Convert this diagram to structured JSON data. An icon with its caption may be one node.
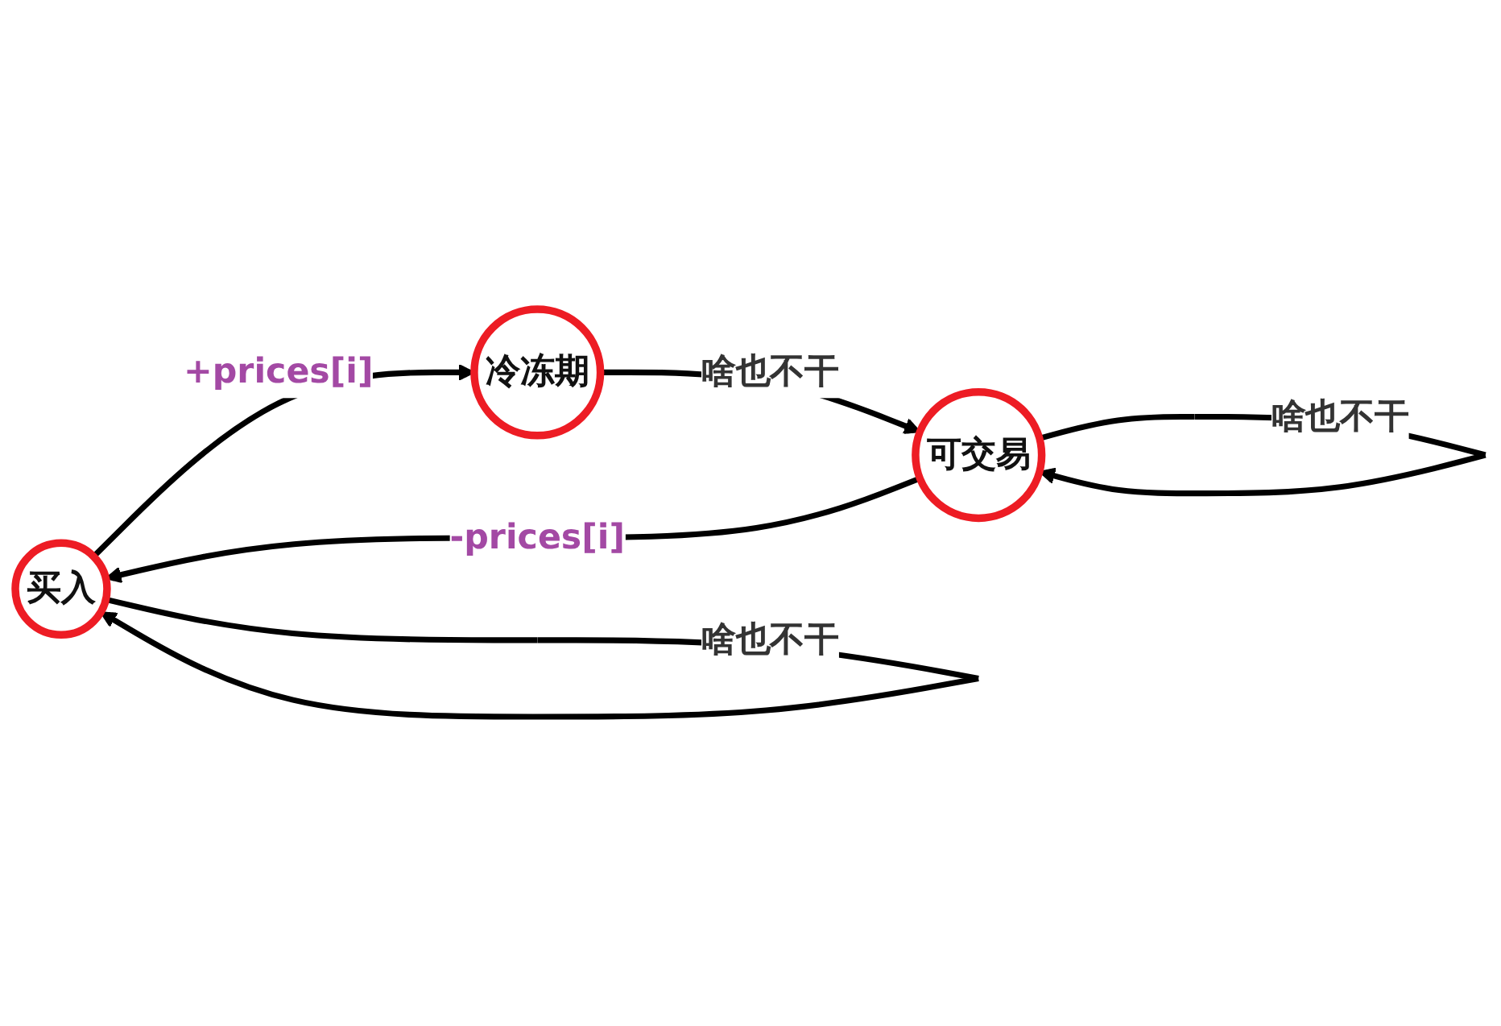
{
  "diagram": {
    "nodes": [
      {
        "text": [
          "买入"
        ]
      },
      {
        "text": [
          "冷冻期"
        ]
      },
      {
        "text": [
          "可交易"
        ]
      }
    ],
    "edges": [
      {
        "from": 0,
        "to": 0,
        "arrow": "to",
        "label": "啥也不干"
      },
      {
        "from": 0,
        "to": 1,
        "arrow": "to",
        "label": "+prices[i]"
      },
      {
        "from": 1,
        "to": 2,
        "arrow": "to",
        "label": "啥也不干"
      },
      {
        "from": 2,
        "to": 0,
        "arrow": "to",
        "label": "-prices[i]"
      },
      {
        "from": 2,
        "to": 2,
        "arrow": "to",
        "label": "啥也不干"
      }
    ]
  }
}
